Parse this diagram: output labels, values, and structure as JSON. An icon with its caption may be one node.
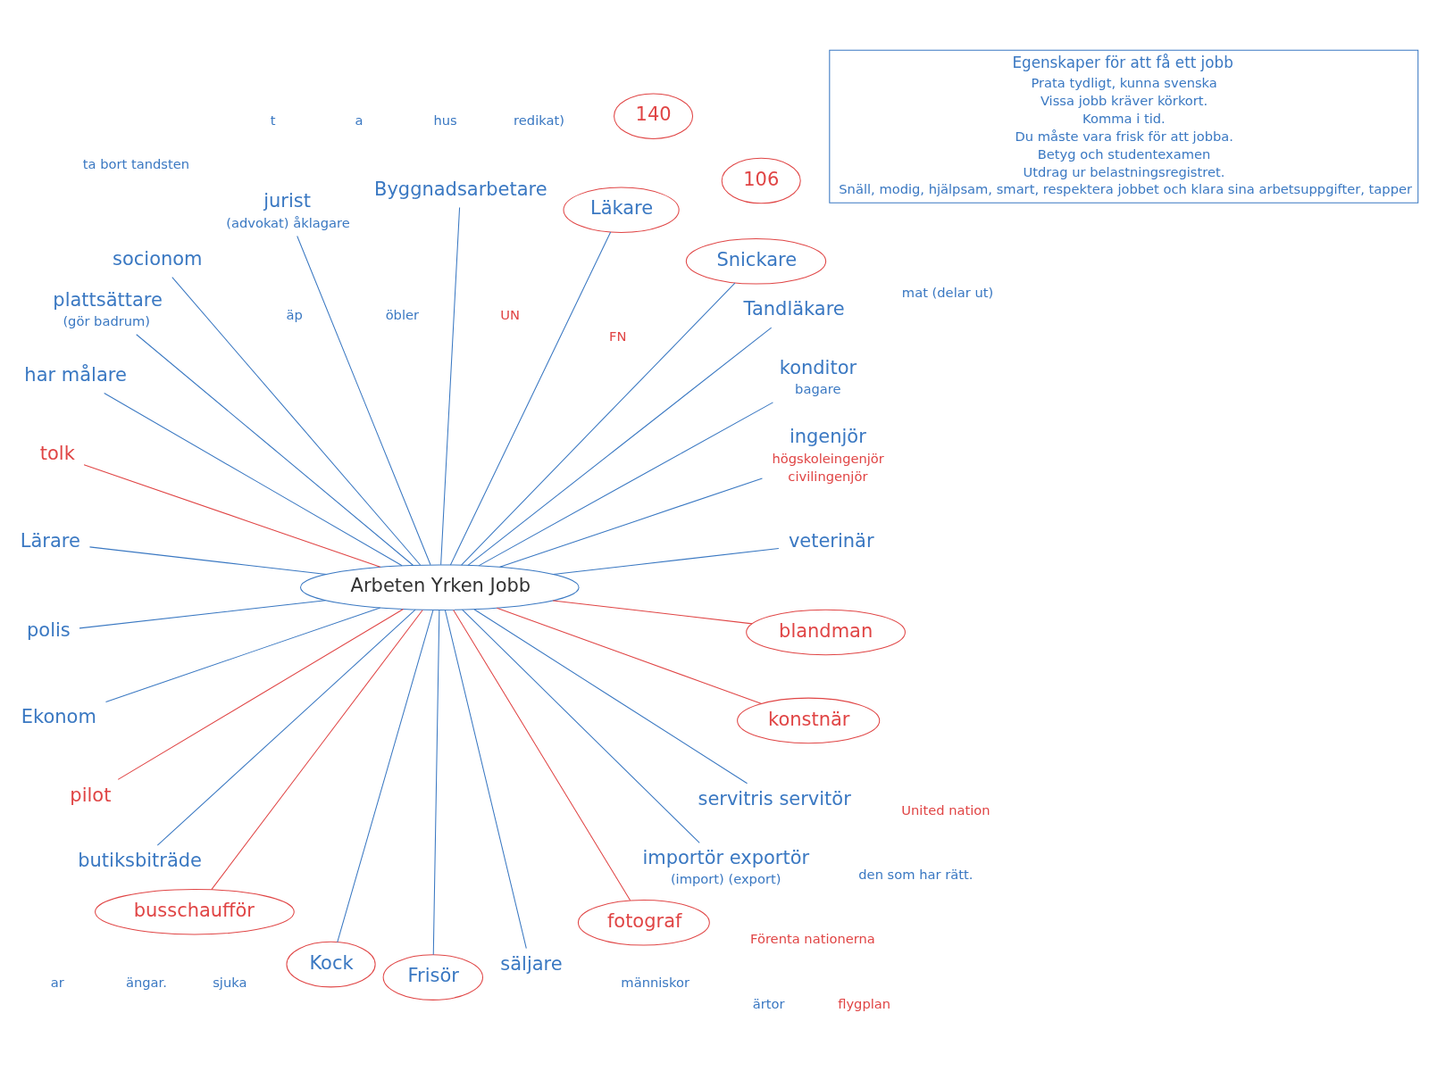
{
  "diagram": {
    "nodes": [
      {
        "text": [
          "Arbeten Yrken Jobb"
        ]
      },
      {
        "text": [
          "106"
        ]
      },
      {
        "text": [
          "140"
        ]
      },
      {
        "text": [
          "veterinär"
        ]
      },
      {
        "text": [
          "ingenjör"
        ],
        "beside": [
          "högskoleingenjör",
          "civilingenjör"
        ]
      },
      {
        "text": [
          "konditor"
        ],
        "beside": [
          "bagare"
        ]
      },
      {
        "text": [
          "Tandläkare"
        ]
      },
      {
        "text": [
          "Snickare"
        ]
      },
      {
        "text": [
          "Läkare"
        ]
      },
      {
        "text": [
          "Byggnadsarbetare"
        ]
      },
      {
        "text": [
          "jurist"
        ],
        "beside": [
          "(advokat) åklagare"
        ]
      },
      {
        "text": [
          "socionom"
        ]
      },
      {
        "text": [
          "plattsättare"
        ],
        "beside": [
          "(gör badrum)"
        ]
      },
      {
        "text": [
          "har målare"
        ]
      },
      {
        "text": [
          "tolk"
        ]
      },
      {
        "text": [
          "Lärare"
        ]
      },
      {
        "text": [
          "polis"
        ]
      },
      {
        "text": [
          "Ekonom"
        ]
      },
      {
        "text": [
          "pilot"
        ]
      },
      {
        "text": [
          "butiksbiträde"
        ]
      },
      {
        "text": [
          "busschaufför"
        ]
      },
      {
        "text": [
          "Kock"
        ]
      },
      {
        "text": [
          "Frisör"
        ]
      },
      {
        "text": [
          "säljare"
        ]
      },
      {
        "text": [
          "fotograf"
        ]
      },
      {
        "text": [
          "importör exportör"
        ],
        "beside": [
          "(import) (export)"
        ]
      },
      {
        "text": [
          "servitris servitör"
        ]
      },
      {
        "text": [
          "konstnär"
        ]
      },
      {
        "text": [
          "blandman"
        ]
      },
      {
        "text": [
          "Egenskaper för att få ett jobb",
          "Prata tydligt, kunna svenska",
          "Vissa jobb kräver körkort.",
          "Komma i tid.",
          "Du måste vara frisk för att jobba.",
          "Betyg och studentexamen",
          "Utdrag ur belastningsregistret.",
          "Snäll, modig, hjälpsam, smart, respektera jobbet och klara sina arbetsuppgifter, tapper"
        ]
      }
    ],
    "edges": [
      {
        "from": 0,
        "to": 3,
        "arrow": "none"
      },
      {
        "from": 0,
        "to": 4,
        "arrow": "none"
      },
      {
        "from": 0,
        "to": 5,
        "arrow": "none"
      },
      {
        "from": 0,
        "to": 6,
        "arrow": "none"
      },
      {
        "from": 0,
        "to": 7,
        "arrow": "none"
      },
      {
        "from": 0,
        "to": 8,
        "arrow": "none"
      },
      {
        "from": 0,
        "to": 9,
        "arrow": "none"
      },
      {
        "from": 0,
        "to": 10,
        "arrow": "none"
      },
      {
        "from": 0,
        "to": 11,
        "arrow": "none"
      },
      {
        "from": 0,
        "to": 12,
        "arrow": "none"
      },
      {
        "from": 0,
        "to": 13,
        "arrow": "none"
      },
      {
        "from": 0,
        "to": 14,
        "arrow": "none",
        "color": "#e04545"
      },
      {
        "from": 0,
        "to": 15,
        "arrow": "none"
      },
      {
        "from": 0,
        "to": 16,
        "arrow": "none"
      },
      {
        "from": 0,
        "to": 17,
        "arrow": "none"
      },
      {
        "from": 0,
        "to": 18,
        "arrow": "none",
        "color": "#e04545"
      },
      {
        "from": 0,
        "to": 19,
        "arrow": "none"
      },
      {
        "from": 0,
        "to": 20,
        "arrow": "none",
        "color": "#e04545"
      },
      {
        "from": 0,
        "to": 21,
        "arrow": "none"
      },
      {
        "from": 0,
        "to": 22,
        "arrow": "none"
      },
      {
        "from": 0,
        "to": 23,
        "arrow": "none"
      },
      {
        "from": 0,
        "to": 24,
        "arrow": "none",
        "color": "#e04545"
      },
      {
        "from": 0,
        "to": 25,
        "arrow": "none"
      },
      {
        "from": 0,
        "to": 26,
        "arrow": "none"
      },
      {
        "from": 0,
        "to": 27,
        "arrow": "none",
        "color": "#e04545"
      },
      {
        "from": 0,
        "to": 28,
        "arrow": "none",
        "color": "#e04545"
      }
    ],
    "labels": [
      "redikat)",
      "FN",
      "Förenta nationerna",
      "UN",
      "United nation",
      "öbler",
      "äp",
      "hus",
      "a",
      "t",
      "ar",
      "människor",
      "ängar.",
      "mat (delar ut)",
      "den som har rätt.",
      "sjuka",
      "ta bort tandsten",
      "ärtor",
      "flygplan"
    ]
  }
}
